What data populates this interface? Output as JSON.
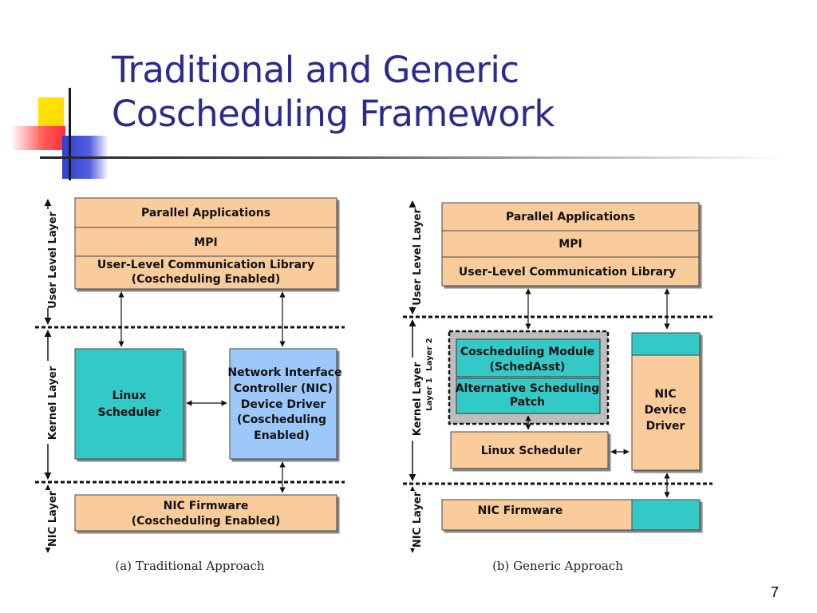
{
  "slide": {
    "title_line1": "Traditional and Generic",
    "title_line2": "Coscheduling Framework",
    "page_number": "7"
  },
  "traditional": {
    "caption": "(a) Traditional Approach",
    "parallel_applications": "Parallel Applications",
    "mpi": "MPI",
    "ulcl_line1": "User-Level Communication Library",
    "ulcl_line2": "(Coscheduling Enabled)",
    "linux_scheduler_line1": "Linux",
    "linux_scheduler_line2": "Scheduler",
    "nic_driver_line1": "Network Interface",
    "nic_driver_line2": "Controller (NIC)",
    "nic_driver_line3": "Device Driver",
    "nic_driver_line4": "(Coscheduling",
    "nic_driver_line5": "Enabled)",
    "nic_firmware_line1": "NIC Firmware",
    "nic_firmware_line2": "(Coscheduling Enabled)",
    "layer_user": "User Level Layer",
    "layer_kernel": "Kernel Layer",
    "layer_nic": "NIC Layer"
  },
  "generic": {
    "caption": "(b) Generic Approach",
    "parallel_applications": "Parallel Applications",
    "mpi": "MPI",
    "ulcl": "User-Level Communication Library",
    "cosched_module_line1": "Coscheduling Module",
    "cosched_module_line2": "(SchedAsst)",
    "alt_patch_line1": "Alternative Scheduling",
    "alt_patch_line2": "Patch",
    "linux_scheduler": "Linux Scheduler",
    "nic_driver_line1": "NIC",
    "nic_driver_line2": "Device",
    "nic_driver_line3": "Driver",
    "nic_firmware": "NIC Firmware",
    "layer_user": "User Level Layer",
    "layer_kernel": "Kernel Layer",
    "layer_nic": "NIC Layer",
    "sublayer_2": "Layer 2",
    "sublayer_1": "Layer 1"
  },
  "colors": {
    "title": "#2b2b8f",
    "box_peach": "#fbcc9b",
    "box_teal": "#33c9c7",
    "box_blue": "#9cc8fa"
  }
}
